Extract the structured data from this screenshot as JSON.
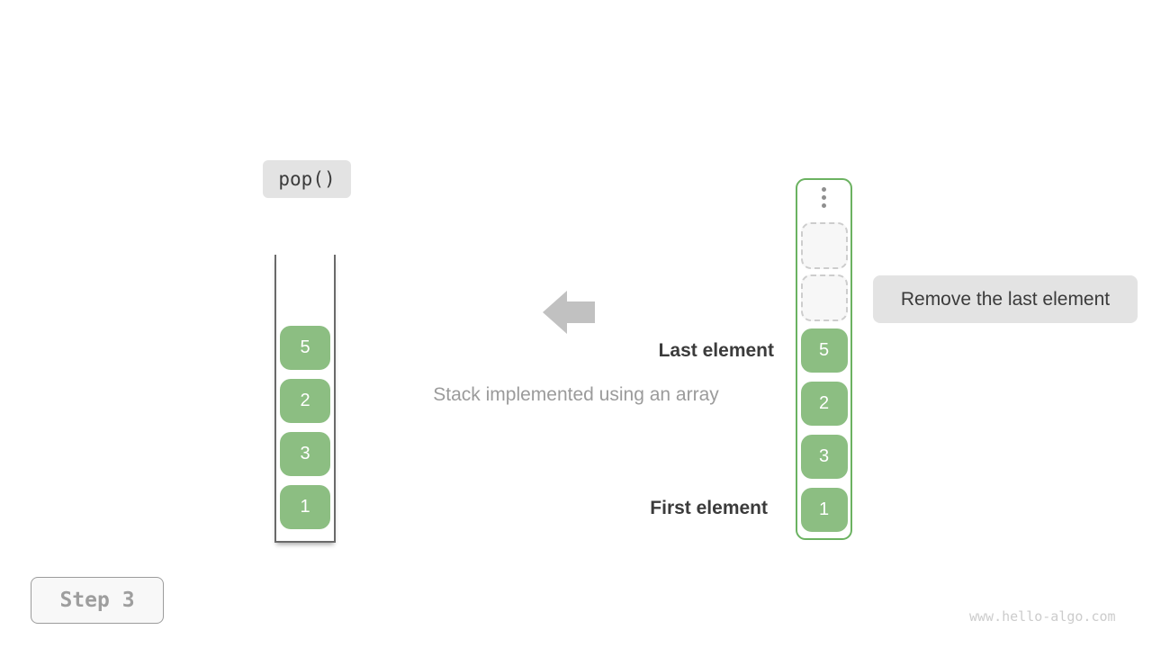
{
  "diagram": {
    "operation_label": "pop()",
    "caption": "Stack implemented using an array",
    "annotation": "Remove the last element",
    "last_element_label": "Last element",
    "first_element_label": "First element",
    "step_label": "Step 3",
    "watermark": "www.hello-algo.com",
    "stack_values": [
      "5",
      "2",
      "3",
      "1"
    ],
    "array_values": [
      "5",
      "2",
      "3",
      "1"
    ],
    "empty_cells": [
      "",
      ""
    ],
    "colors": {
      "cell_green": "#8CBE82",
      "array_border_green": "#6BB261",
      "label_bg": "#E3E3E3",
      "text_dark": "#3B3B3B",
      "text_gray": "#9B9B9B",
      "arrow_gray": "#C1C1C1"
    }
  }
}
